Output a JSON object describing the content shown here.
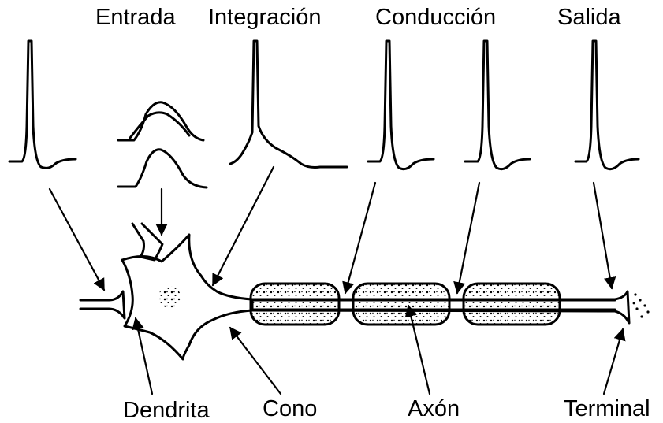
{
  "stages": {
    "entrada": "Entrada",
    "integracion": "Integración",
    "conduccion": "Conducción",
    "salida": "Salida"
  },
  "parts": {
    "dendrita": "Dendrita",
    "cono": "Cono",
    "axon": "Axón",
    "terminal": "Terminal"
  }
}
